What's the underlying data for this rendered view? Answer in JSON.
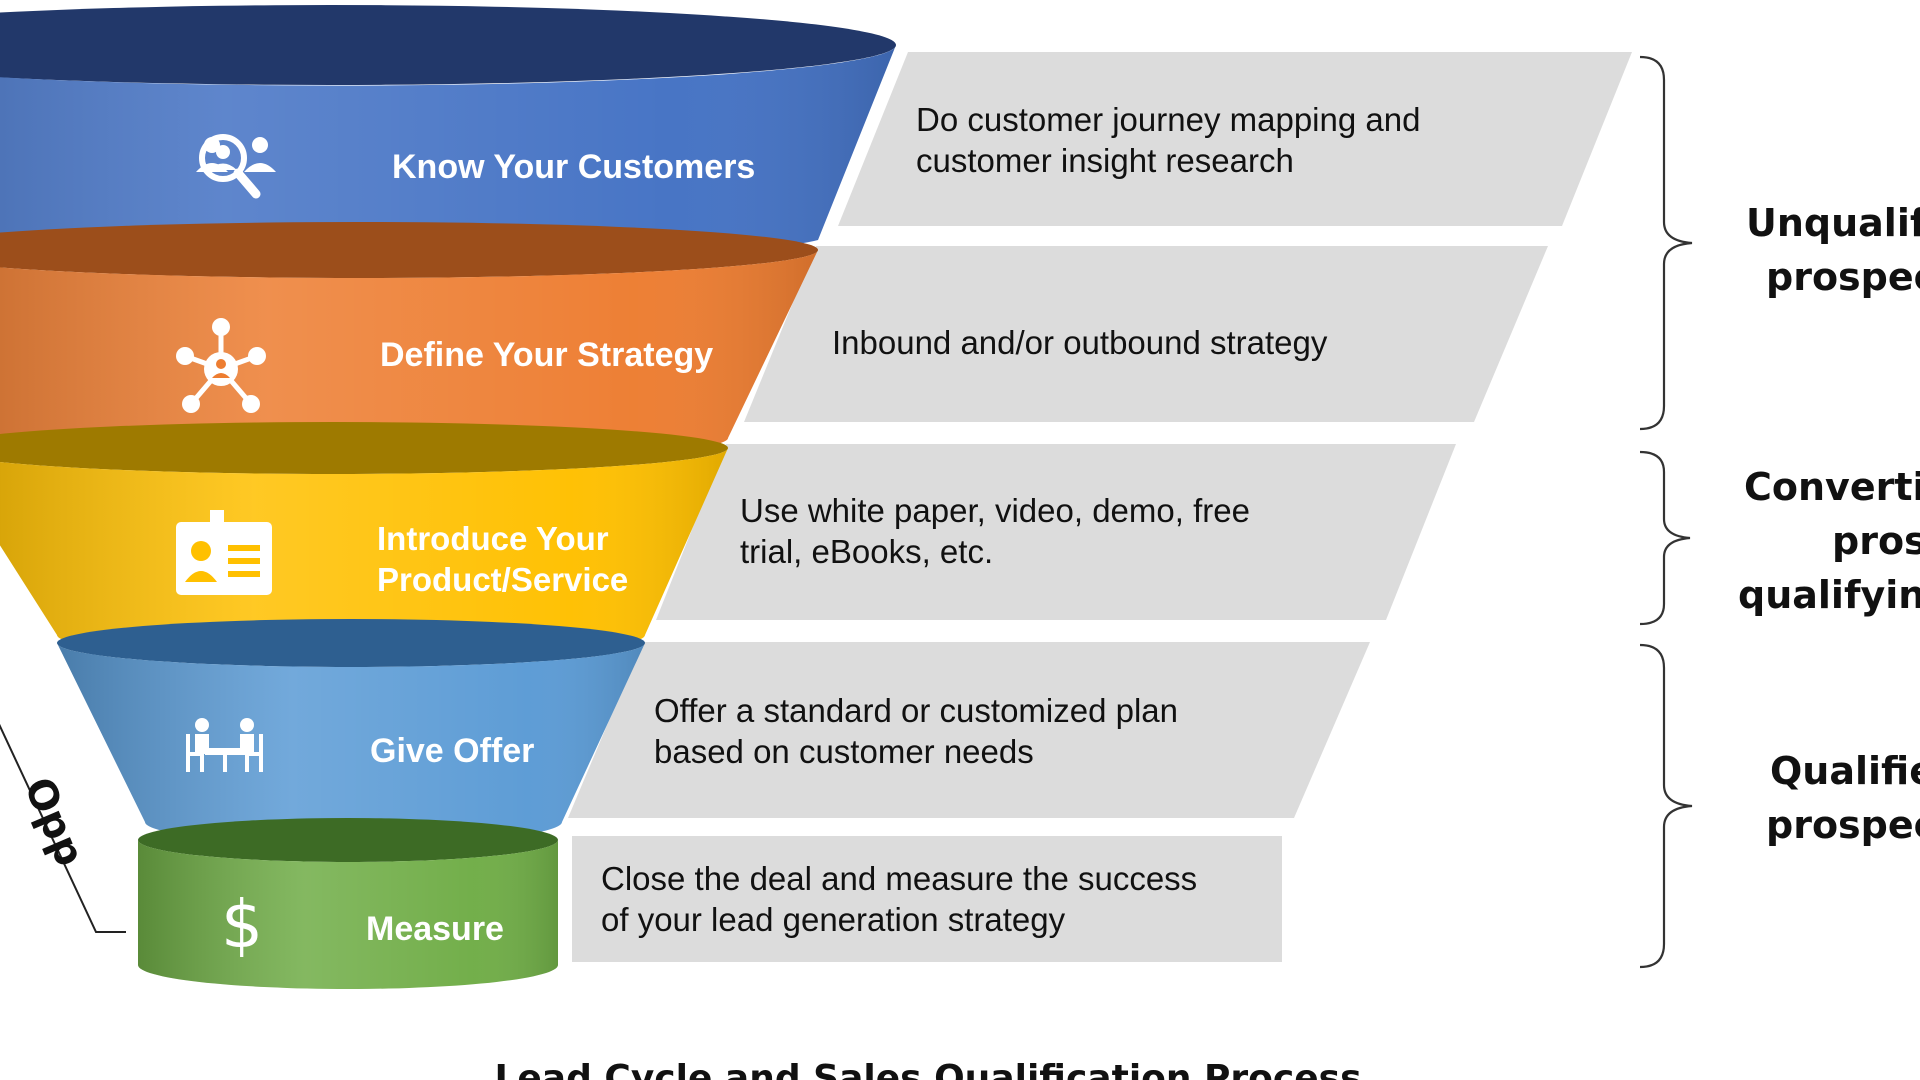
{
  "stages": [
    {
      "label_lines": [
        "Know Your Customers"
      ],
      "desc_lines": [
        "Do customer journey mapping and",
        "customer insight research"
      ],
      "icon": "customer-search-icon",
      "color": "#4472C4"
    },
    {
      "label_lines": [
        "Define Your Strategy"
      ],
      "desc_lines": [
        "Inbound and/or outbound strategy"
      ],
      "icon": "network-icon",
      "color": "#ED7D31"
    },
    {
      "label_lines": [
        "Introduce Your",
        "Product/Service"
      ],
      "desc_lines": [
        "Use white paper, video, demo, free",
        "trial, eBooks, etc."
      ],
      "icon": "id-card-icon",
      "color": "#FFC000"
    },
    {
      "label_lines": [
        "Give Offer"
      ],
      "desc_lines": [
        "Offer a standard or customized plan",
        "based on customer needs"
      ],
      "icon": "meeting-table-icon",
      "color": "#5B9BD5"
    },
    {
      "label_lines": [
        "Measure"
      ],
      "desc_lines": [
        "Close the deal and measure the success",
        "of your lead generation strategy"
      ],
      "icon": "dollar-icon",
      "color": "#70AD47"
    }
  ],
  "categories": [
    {
      "lines": [
        "Unqualifi",
        "prospect"
      ]
    },
    {
      "lines": [
        "Convertir",
        "prosp",
        "qualifying"
      ]
    },
    {
      "lines": [
        "Qualifie",
        "prospect"
      ]
    }
  ],
  "side_label": "Opp",
  "caption": "Lead Cycle and Sales Qualification Process"
}
